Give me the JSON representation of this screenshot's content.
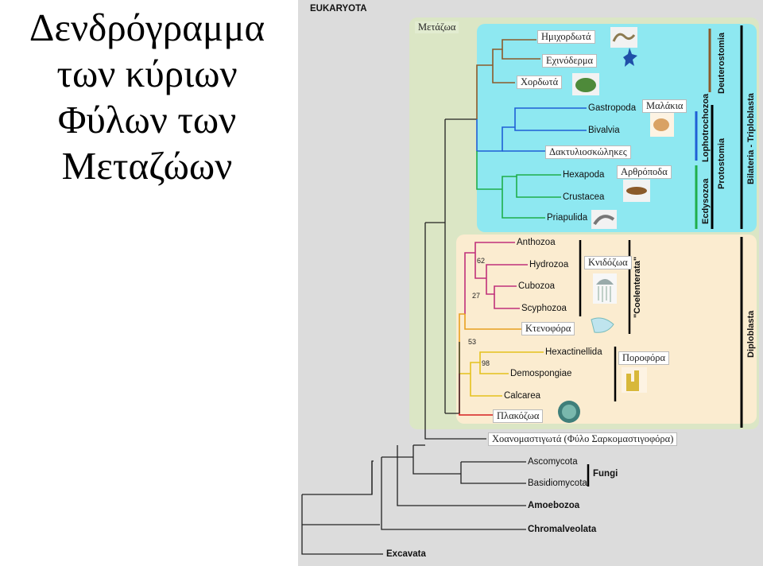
{
  "title": {
    "line1": "Δενδρόγραμμα",
    "line2": "των κύριων",
    "line3": "Φύλων των",
    "line4": "Μεταζώων"
  },
  "tree": {
    "root": "EUKARYOTA",
    "metazoa": "Μετάζωα",
    "taxa": {
      "hemichordata": "Ημιχορδωτά",
      "echinodermata": "Εχινόδερμα",
      "chordata": "Χορδωτά",
      "gastropoda": "Gastropoda",
      "mollusca": "Μαλάκια",
      "bivalvia": "Bivalvia",
      "annelida": "Δακτυλιοσκώληκες",
      "hexapoda": "Hexapoda",
      "arthropoda": "Αρθρόποδα",
      "crustacea": "Crustacea",
      "priapulida": "Priapulida",
      "anthozoa": "Anthozoa",
      "hydrozoa": "Hydrozoa",
      "cnidaria": "Κνιδόζωα",
      "cubozoa": "Cubozoa",
      "scyphozoa": "Scyphozoa",
      "ctenophora": "Κτενοφόρα",
      "hexactinellida": "Hexactinellida",
      "porifera": "Ποροφόρα",
      "demospongiae": "Demospongiae",
      "calcarea": "Calcarea",
      "placozoa": "Πλακόζωα",
      "choanoflagellata": "Χοανομαστιγωτά (Φύλο Σαρκομαστιγοφόρα)",
      "ascomycota": "Ascomycota",
      "basidiomycota": "Basidiomycota",
      "fungi": "Fungi",
      "amoebozoa": "Amoebozoa",
      "chromalveolata": "Chromalveolata",
      "excavata": "Excavata"
    },
    "bootstrap": [
      "62",
      "27",
      "53",
      "98"
    ],
    "groups": {
      "deuterostomia": "Deuterostomia",
      "lophotrochozoa": "Lophotrochozoa",
      "ecdysozoa": "Ecdysozoa",
      "protostomia": "Protostomia",
      "bilateria_triploblasta": "Bilateria  -  Triploblasta",
      "coelenterata": "\"Coelenterata\"",
      "diploblasta": "Diploblasta"
    }
  },
  "colors": {
    "panel": "#dcdcdc",
    "metazoa_region": "#dbe6c5",
    "bilateria_region": "#8ee8f1",
    "diploblast_region": "#fbecd0",
    "deuterostome": "#8b5a2b",
    "lophotrochozoa": "#1f5fd6",
    "ecdysozoa": "#1fae4b",
    "cnidaria": "#c0307a",
    "ctenophora": "#e8a020",
    "porifera": "#e5c21c",
    "placozoa": "#d62020"
  }
}
